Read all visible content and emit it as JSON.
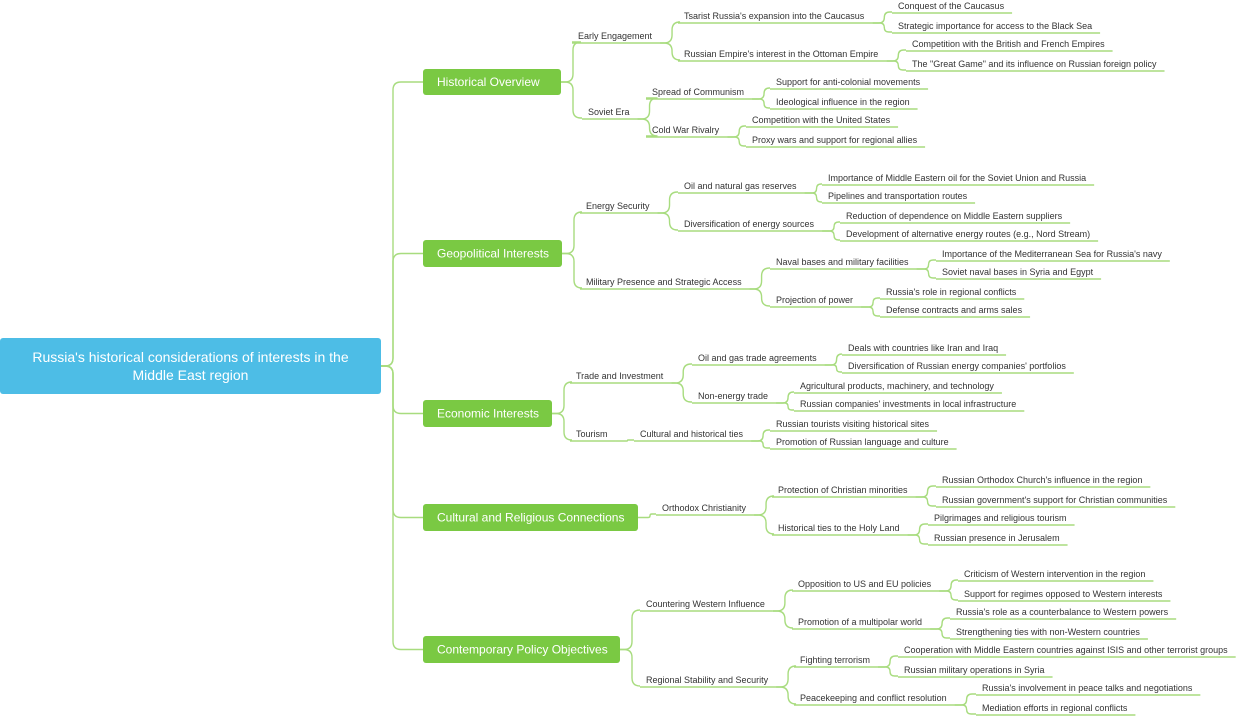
{
  "colors": {
    "root": "#4dbde6",
    "branch": "#7ac943",
    "line": "#a8dc7f",
    "text": "#333333"
  },
  "mindmap": {
    "root": {
      "lines": [
        "Russia's historical considerations of interests in the",
        "Middle East region"
      ]
    },
    "branches": [
      {
        "label": "Historical Overview",
        "children": [
          {
            "label": "Early Engagement",
            "children": [
              {
                "label": "Tsarist Russia's expansion into the Caucasus",
                "children": [
                  {
                    "label": "Conquest of the Caucasus"
                  },
                  {
                    "label": "Strategic importance for access to the Black Sea"
                  }
                ]
              },
              {
                "label": "Russian Empire's interest in the Ottoman Empire",
                "children": [
                  {
                    "label": "Competition with the British and French Empires"
                  },
                  {
                    "label": "The \"Great Game\" and its influence on Russian foreign policy"
                  }
                ]
              }
            ]
          },
          {
            "label": "Soviet Era",
            "children": [
              {
                "label": "Spread of Communism",
                "children": [
                  {
                    "label": "Support for anti-colonial movements"
                  },
                  {
                    "label": "Ideological influence in the region"
                  }
                ]
              },
              {
                "label": "Cold War Rivalry",
                "children": [
                  {
                    "label": "Competition with the United States"
                  },
                  {
                    "label": "Proxy wars and support for regional allies"
                  }
                ]
              }
            ]
          }
        ]
      },
      {
        "label": "Geopolitical Interests",
        "children": [
          {
            "label": "Energy Security",
            "children": [
              {
                "label": "Oil and natural gas reserves",
                "children": [
                  {
                    "label": "Importance of Middle Eastern oil for the Soviet Union and Russia"
                  },
                  {
                    "label": "Pipelines and transportation routes"
                  }
                ]
              },
              {
                "label": "Diversification of energy sources",
                "children": [
                  {
                    "label": "Reduction of dependence on Middle Eastern suppliers"
                  },
                  {
                    "label": "Development of alternative energy routes (e.g., Nord Stream)"
                  }
                ]
              }
            ]
          },
          {
            "label": "Military Presence and Strategic Access",
            "children": [
              {
                "label": "Naval bases and military facilities",
                "children": [
                  {
                    "label": "Importance of the Mediterranean Sea for Russia's navy"
                  },
                  {
                    "label": "Soviet naval bases in Syria and Egypt"
                  }
                ]
              },
              {
                "label": "Projection of power",
                "children": [
                  {
                    "label": "Russia's role in regional conflicts"
                  },
                  {
                    "label": "Defense contracts and arms sales"
                  }
                ]
              }
            ]
          }
        ]
      },
      {
        "label": "Economic Interests",
        "children": [
          {
            "label": "Trade and Investment",
            "children": [
              {
                "label": "Oil and gas trade agreements",
                "children": [
                  {
                    "label": "Deals with countries like Iran and Iraq"
                  },
                  {
                    "label": "Diversification of Russian energy companies' portfolios"
                  }
                ]
              },
              {
                "label": "Non-energy trade",
                "children": [
                  {
                    "label": "Agricultural products, machinery, and technology"
                  },
                  {
                    "label": "Russian companies' investments in local infrastructure"
                  }
                ]
              }
            ]
          },
          {
            "label": "Tourism",
            "children": [
              {
                "label": "Cultural and historical ties",
                "children": [
                  {
                    "label": "Russian tourists visiting historical sites"
                  },
                  {
                    "label": "Promotion of Russian language and culture"
                  }
                ]
              }
            ]
          }
        ]
      },
      {
        "label": "Cultural and Religious Connections",
        "children": [
          {
            "label": "Orthodox Christianity",
            "children": [
              {
                "label": "Protection of Christian minorities",
                "children": [
                  {
                    "label": "Russian Orthodox Church's influence in the region"
                  },
                  {
                    "label": "Russian government's support for Christian communities"
                  }
                ]
              },
              {
                "label": "Historical ties to the Holy Land",
                "children": [
                  {
                    "label": "Pilgrimages and religious tourism"
                  },
                  {
                    "label": "Russian presence in Jerusalem"
                  }
                ]
              }
            ]
          }
        ]
      },
      {
        "label": "Contemporary Policy Objectives",
        "children": [
          {
            "label": "Countering Western Influence",
            "children": [
              {
                "label": "Opposition to US and EU policies",
                "children": [
                  {
                    "label": "Criticism of Western intervention in the region"
                  },
                  {
                    "label": "Support for regimes opposed to Western interests"
                  }
                ]
              },
              {
                "label": "Promotion of a multipolar world",
                "children": [
                  {
                    "label": "Russia's role as a counterbalance to Western powers"
                  },
                  {
                    "label": "Strengthening ties with non-Western countries"
                  }
                ]
              }
            ]
          },
          {
            "label": "Regional Stability and Security",
            "children": [
              {
                "label": "Fighting terrorism",
                "children": [
                  {
                    "label": "Cooperation with Middle Eastern countries against ISIS and other terrorist groups"
                  },
                  {
                    "label": "Russian military operations in Syria"
                  }
                ]
              },
              {
                "label": "Peacekeeping and conflict resolution",
                "children": [
                  {
                    "label": "Russia's involvement in peace talks and negotiations"
                  },
                  {
                    "label": "Mediation efforts in regional conflicts"
                  }
                ]
              }
            ]
          }
        ]
      }
    ]
  }
}
